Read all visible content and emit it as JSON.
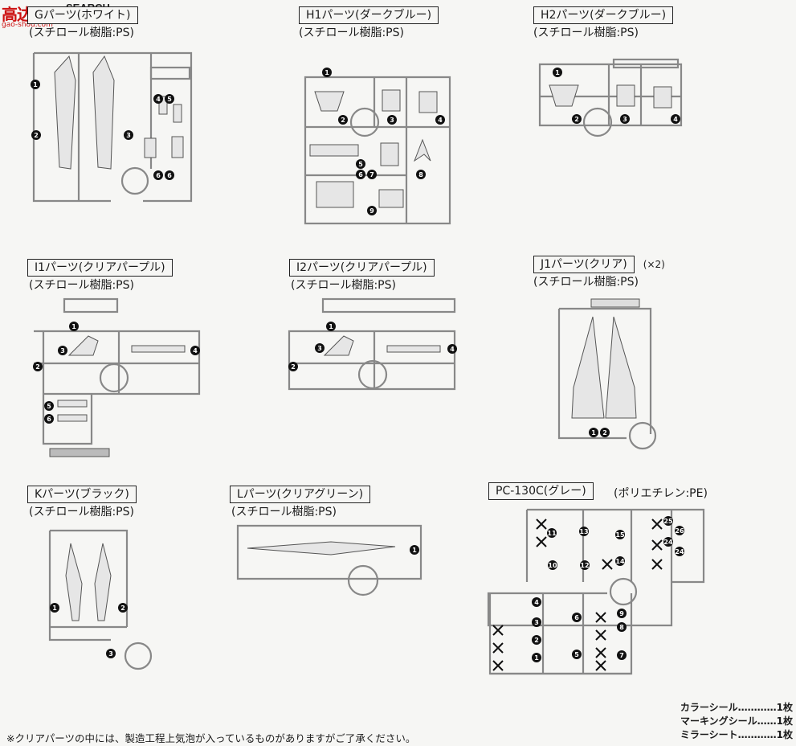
{
  "watermark": {
    "logo": "高达",
    "search": "SEARCH",
    "site": "gao-shou.com"
  },
  "sections": {
    "g": {
      "title": "Gパーツ(ホワイト)",
      "material": "(スチロール樹脂:PS)",
      "nums": [
        "1",
        "2",
        "3",
        "4",
        "5",
        "6",
        "6"
      ]
    },
    "h1": {
      "title": "H1パーツ(ダークブルー)",
      "material": "(スチロール樹脂:PS)",
      "nums": [
        "1",
        "2",
        "3",
        "4",
        "5",
        "6",
        "7",
        "8",
        "9"
      ]
    },
    "h2": {
      "title": "H2パーツ(ダークブルー)",
      "material": "(スチロール樹脂:PS)",
      "nums": [
        "1",
        "2",
        "3",
        "4"
      ]
    },
    "i1": {
      "title": "I1パーツ(クリアパープル)",
      "material": "(スチロール樹脂:PS)",
      "nums": [
        "1",
        "2",
        "3",
        "4",
        "5",
        "6"
      ]
    },
    "i2": {
      "title": "I2パーツ(クリアパープル)",
      "material": "(スチロール樹脂:PS)",
      "nums": [
        "1",
        "2",
        "3",
        "4"
      ]
    },
    "j1": {
      "title": "J1パーツ(クリア)",
      "qty": "(×2)",
      "material": "(スチロール樹脂:PS)",
      "nums": [
        "1",
        "2"
      ]
    },
    "k": {
      "title": "Kパーツ(ブラック)",
      "material": "(スチロール樹脂:PS)",
      "nums": [
        "1",
        "2",
        "3"
      ]
    },
    "l": {
      "title": "Lパーツ(クリアグリーン)",
      "material": "(スチロール樹脂:PS)",
      "nums": [
        "1"
      ]
    },
    "pc": {
      "title": "PC-130C(グレー)",
      "material": "(ポリエチレン:PE)",
      "nums_top": [
        "11",
        "13",
        "15",
        "10",
        "12",
        "14",
        "25",
        "26",
        "24",
        "24"
      ],
      "nums_bottom": [
        "4",
        "3",
        "2",
        "1",
        "6",
        "5",
        "9",
        "8",
        "7"
      ]
    }
  },
  "note": "※クリアパーツの中には、製造工程上気泡が入っているものがありますがご了承ください。",
  "extras": [
    "カラーシール…………1枚",
    "マーキングシール……1枚",
    "ミラーシート…………1枚"
  ]
}
